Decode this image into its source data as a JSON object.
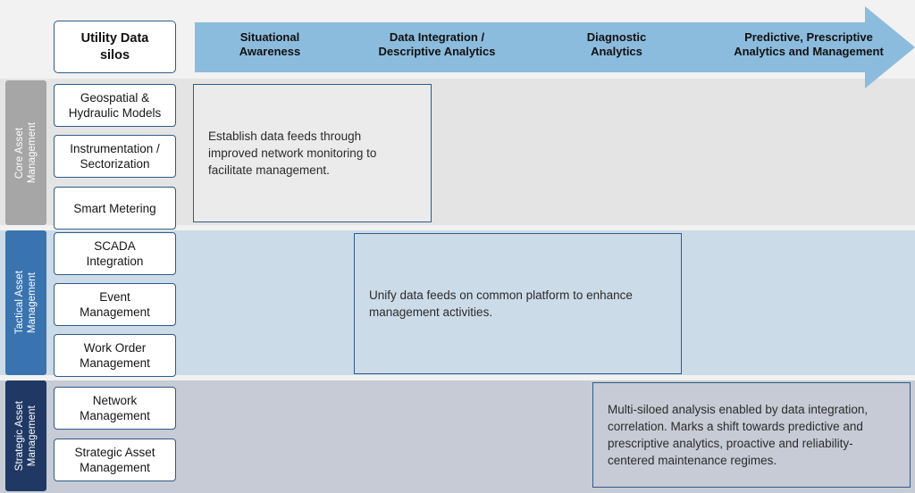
{
  "diagram": {
    "title_box": {
      "label": "Utility Data\nsilos"
    },
    "maturity_arrow": {
      "color": "#8cbcdd",
      "stages": [
        {
          "label": "Situational\nAwareness"
        },
        {
          "label": "Data Integration /\nDescriptive Analytics"
        },
        {
          "label": "Diagnostic\nAnalytics"
        },
        {
          "label": "Predictive, Prescriptive\nAnalytics and Management"
        }
      ]
    },
    "categories": [
      {
        "label": "Core Asset\nManagement",
        "color": "#a6a6a6",
        "band_color": "#e4e4e4"
      },
      {
        "label": "Tactical Asset\nManagement",
        "color": "#3a74b0",
        "band_color": "#ccdbe8"
      },
      {
        "label": "Strategic Asset\nManagement",
        "color": "#1f3864",
        "band_color": "#c6cbd5"
      }
    ],
    "silos": [
      {
        "label": "Geospatial &\nHydraulic Models",
        "category": "Core Asset Management"
      },
      {
        "label": "Instrumentation /\nSectorization",
        "category": "Core Asset Management"
      },
      {
        "label": "Smart Metering",
        "category": "Core Asset Management"
      },
      {
        "label": "SCADA\nIntegration",
        "category": "Tactical Asset Management"
      },
      {
        "label": "Event\nManagement",
        "category": "Tactical Asset Management"
      },
      {
        "label": "Work Order\nManagement",
        "category": "Tactical Asset Management"
      },
      {
        "label": "Network\nManagement",
        "category": "Strategic Asset Management"
      },
      {
        "label": "Strategic Asset\nManagement",
        "category": "Strategic Asset Management"
      }
    ],
    "callouts": [
      {
        "text": "Establish data feeds through improved network monitoring to facilitate management.",
        "category": "Core Asset Management",
        "fill": "#ebebeb",
        "border": "#2e5c8a"
      },
      {
        "text": "Unify data feeds on common platform to enhance management activities.",
        "category": "Tactical Asset Management",
        "fill": "#ccdbe8",
        "border": "#2e5c8a"
      },
      {
        "text": "Multi-siloed analysis enabled by data integration, correlation. Marks a shift towards predictive and prescriptive analytics, proactive and reliability-centered maintenance regimes.",
        "category": "Strategic Asset Management",
        "fill": "#c6cbd5",
        "border": "#2e5c8a"
      }
    ],
    "box_border_color": "#2e5c8a",
    "page_background": "#f2f2f2"
  }
}
